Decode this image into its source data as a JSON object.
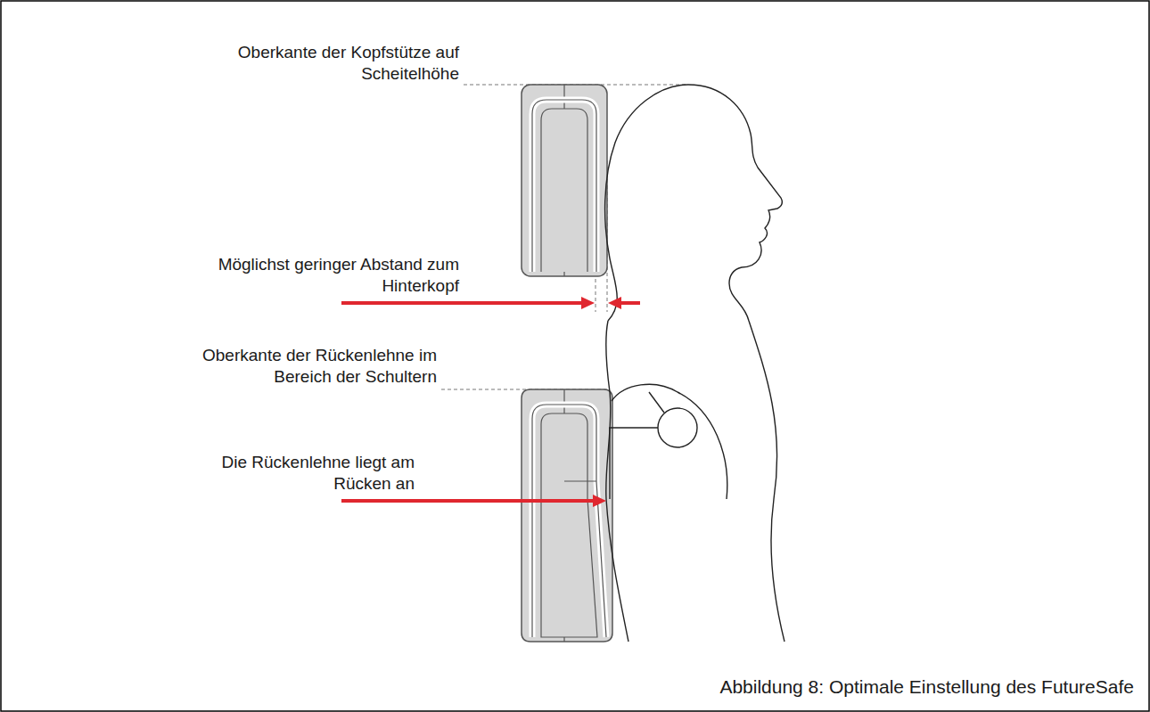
{
  "diagram": {
    "caption": "Abbildung 8: Optimale Einstellung des FutureSafe",
    "labels": [
      "Oberkante der Kopfstütze auf Scheitelhöhe",
      "Möglichst geringer Abstand zum Hinterkopf",
      "Oberkante der Rückenlehne im Bereich der Schultern",
      "Die Rückenlehne liegt am Rücken an"
    ]
  }
}
